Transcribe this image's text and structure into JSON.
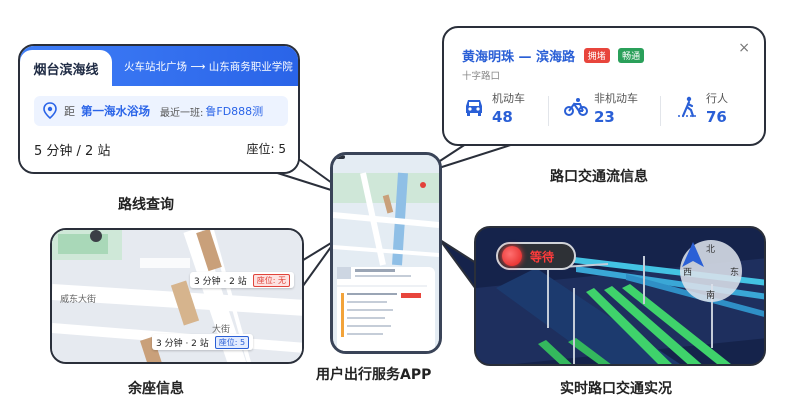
{
  "route_card": {
    "tab_label": "烟台滨海线",
    "direction": "火车站北广场 ⟶ 山东商务职业学院",
    "stop_prefix": "距",
    "stop_name": "第一海水浴场",
    "last_bus_label": "最近一班:",
    "last_bus_plate": "鲁FD888测",
    "eta": "5 分钟 / 2 站",
    "seats": "座位: 5"
  },
  "flow_card": {
    "road": "黄海明珠 — 滨海路",
    "tag_congested": "拥堵",
    "tag_smooth": "畅通",
    "subtitle": "十字路口",
    "close": "×",
    "metrics": [
      {
        "label": "机动车",
        "value": "48",
        "icon": "car-icon"
      },
      {
        "label": "非机动车",
        "value": "23",
        "icon": "bicycle-icon"
      },
      {
        "label": "行人",
        "value": "76",
        "icon": "pedestrian-icon"
      }
    ]
  },
  "seat_map": {
    "street": "威东大街",
    "street2": "大街",
    "chips": [
      {
        "stops": "3 分钟 · 2 站",
        "seat": "座位: 无"
      },
      {
        "stops": "3 分钟 · 2 站",
        "seat": "座位: 5"
      }
    ]
  },
  "intersection": {
    "signal_text": "等待",
    "compass": {
      "n": "北",
      "s": "南",
      "e": "东",
      "w": "西"
    }
  },
  "captions": {
    "route": "路线查询",
    "flow": "路口交通流信息",
    "seat": "余座信息",
    "app": "用户出行服务APP",
    "intersection": "实时路口交通实况"
  },
  "colors": {
    "accent": "#2a64e8",
    "dark_frame": "#2a2f3a",
    "congested": "#e8453c",
    "smooth": "#2aa05a",
    "signal_red": "#e1201e"
  }
}
